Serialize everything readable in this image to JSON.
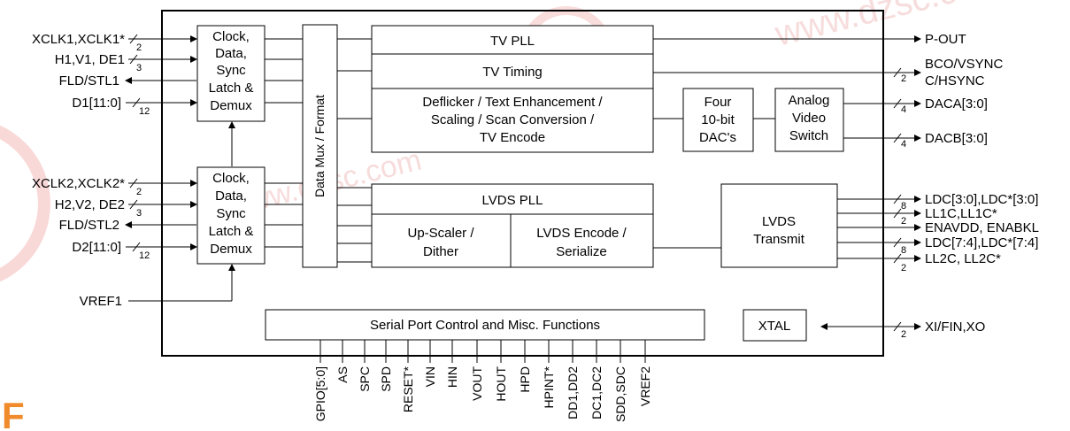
{
  "blocks": {
    "clock1": [
      "Clock,",
      "Data,",
      "Sync",
      "Latch &",
      "Demux"
    ],
    "clock2": [
      "Clock,",
      "Data,",
      "Sync",
      "Latch &",
      "Demux"
    ],
    "mux": "Data Mux / Format",
    "tv_pll": "TV PLL",
    "tv_timing": "TV Timing",
    "deflicker": [
      "Deflicker / Text Enhancement /",
      "Scaling / Scan Conversion /",
      "TV Encode"
    ],
    "dac": [
      "Four",
      "10-bit",
      "DAC's"
    ],
    "analog": [
      "Analog",
      "Video",
      "Switch"
    ],
    "lvds_pll": "LVDS PLL",
    "upscaler": [
      "Up-Scaler /",
      "Dither"
    ],
    "lvds_encode": [
      "LVDS Encode /",
      "Serialize"
    ],
    "lvds_tx": [
      "LVDS",
      "Transmit"
    ],
    "serial": "Serial Port Control and Misc. Functions",
    "xtal": "XTAL"
  },
  "left_pins": {
    "xclk1": "XCLK1,XCLK1*",
    "xclk1_w": "2",
    "h1v1": "H1,V1, DE1",
    "h1v1_w": "3",
    "fld1": "FLD/STL1",
    "d1": "D1[11:0]",
    "d1_w": "12",
    "xclk2": "XCLK2,XCLK2*",
    "xclk2_w": "2",
    "h2v2": "H2,V2, DE2",
    "h2v2_w": "3",
    "fld2": "FLD/STL2",
    "d2": "D2[11:0]",
    "d2_w": "12",
    "vref1": "VREF1"
  },
  "right_pins": {
    "pout": "P-OUT",
    "bco": "BCO/VSYNC",
    "chsync": "C/HSYNC",
    "bco_w": "2",
    "daca": "DACA[3:0]",
    "daca_w": "4",
    "dacb": "DACB[3:0]",
    "dacb_w": "4",
    "ldc30": "LDC[3:0],LDC*[3:0]",
    "ldc30_w": "8",
    "ll1c": "LL1C,LL1C*",
    "ll1c_w": "2",
    "enavdd": "ENAVDD, ENABKL",
    "ldc74": "LDC[7:4],LDC*[7:4]",
    "ldc74_w": "8",
    "ll2c": "LL2C, LL2C*",
    "ll2c_w": "2",
    "xi": "XI/FIN,XO",
    "xi_w": "2"
  },
  "bottom_pins": [
    "GPIO[5:0]",
    "AS",
    "SPC",
    "SPD",
    "RESET*",
    "VIN",
    "HIN",
    "VOUT",
    "HOUT",
    "HPD",
    "HPINT*",
    "DD1,DD2",
    "DC1,DC2",
    "SDD,SDC",
    "VREF2"
  ],
  "watermark": {
    "url1": "www.dzsc.com",
    "url2": "www.dzsc.com",
    "logo": "F"
  },
  "colors": {
    "line": "#000000",
    "watermark": "#f0c0c0",
    "logo": "#f08a2a"
  }
}
